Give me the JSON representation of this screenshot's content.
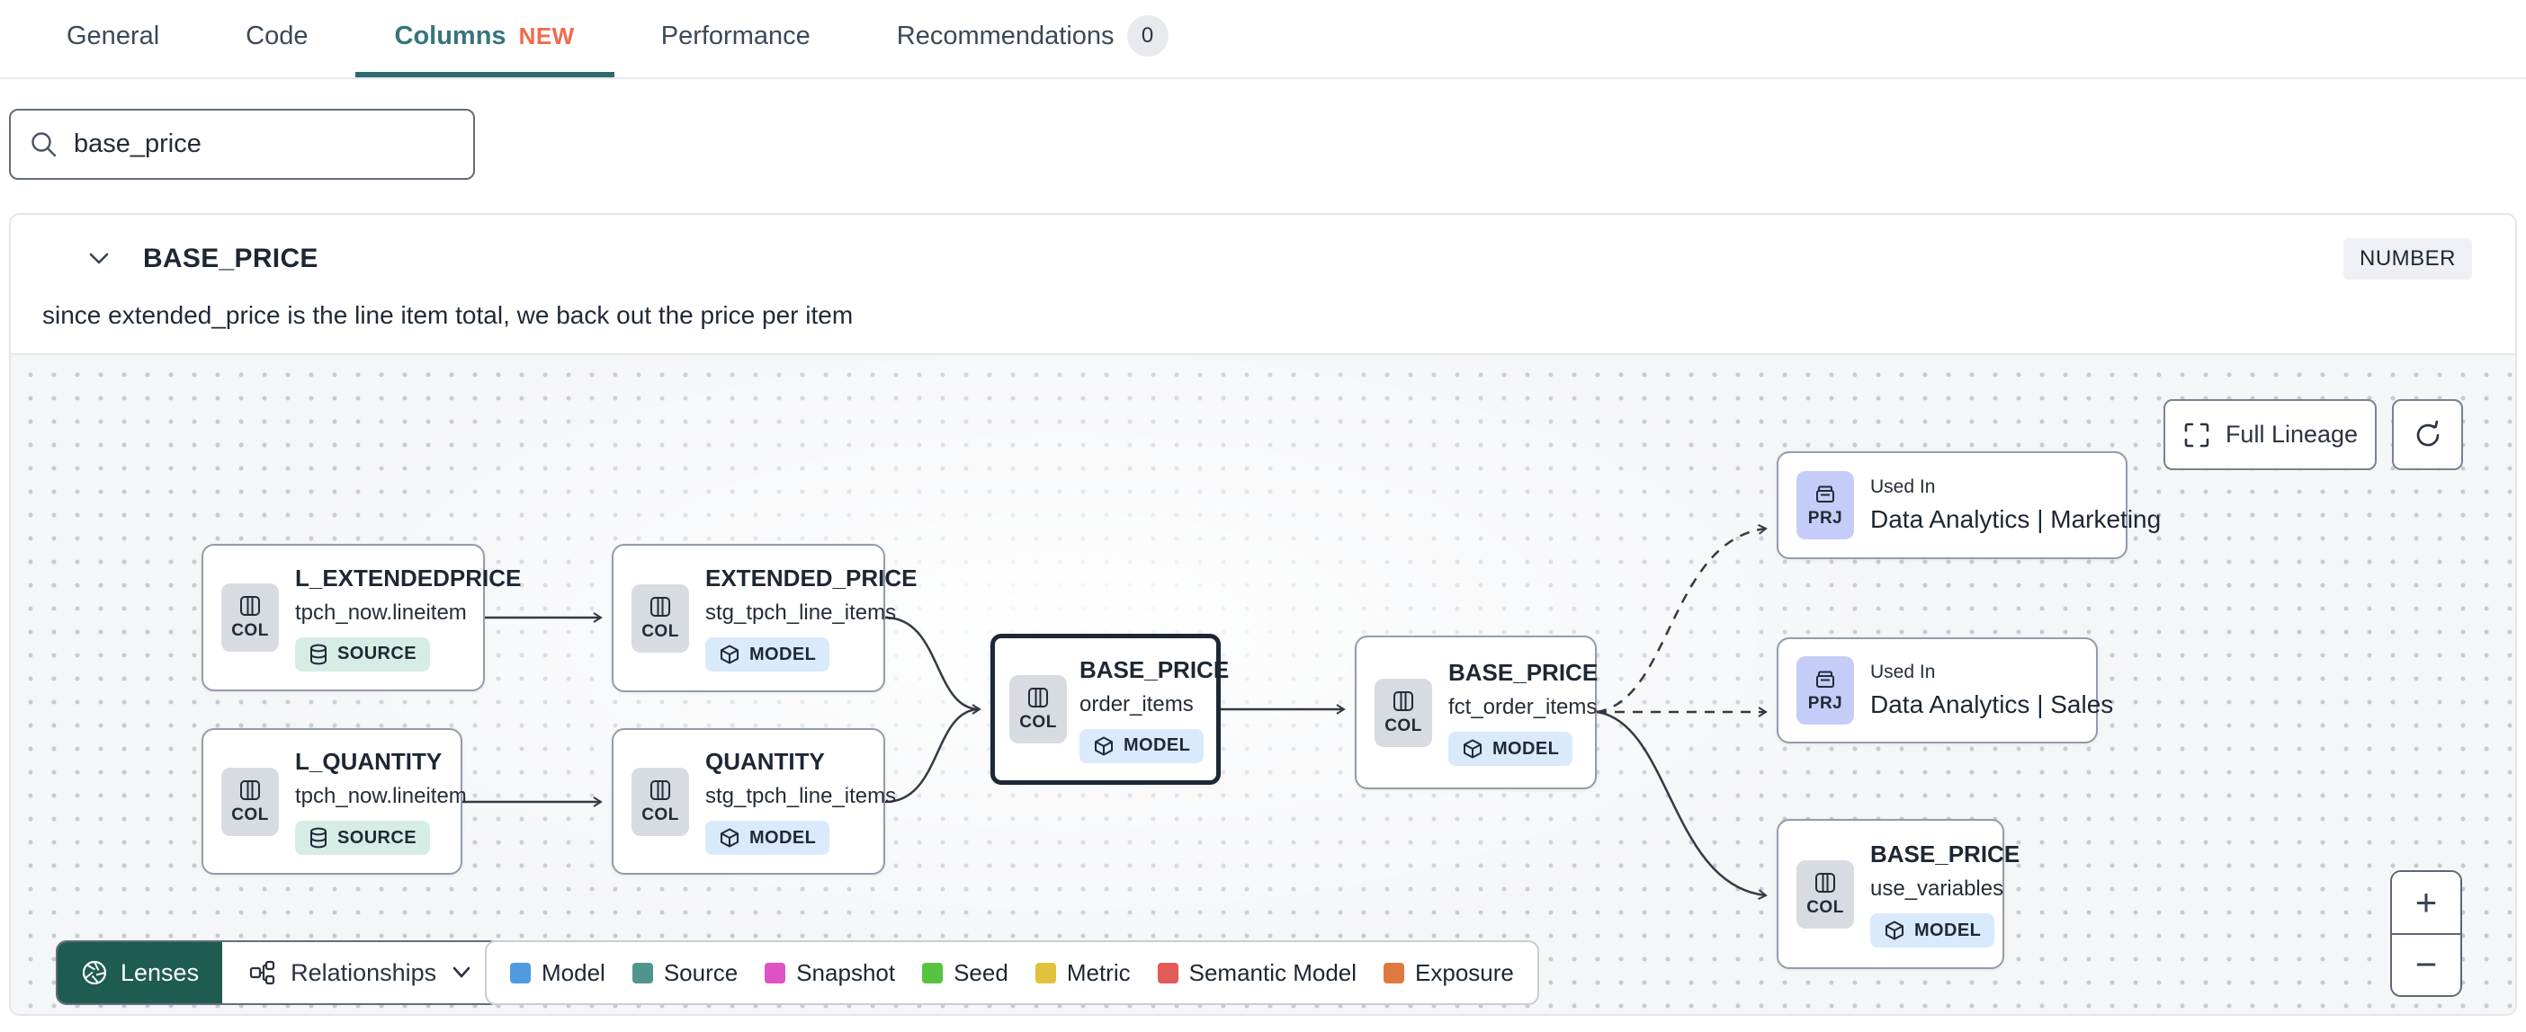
{
  "tabs": {
    "items": [
      {
        "label": "General"
      },
      {
        "label": "Code"
      },
      {
        "label": "Columns",
        "badge": "NEW"
      },
      {
        "label": "Performance"
      },
      {
        "label": "Recommendations",
        "count": "0"
      }
    ]
  },
  "search": {
    "value": "base_price"
  },
  "column_panel": {
    "name": "BASE_PRICE",
    "type_badge": "NUMBER",
    "description": "since extended_price is the line item total, we back out the price per item"
  },
  "lineage": {
    "controls": {
      "full_lineage_label": "Full Lineage"
    },
    "nodes": [
      {
        "chip": "COL",
        "title": "L_EXTENDEDPRICE",
        "subtitle": "tpch_now.lineitem",
        "badge": "SOURCE"
      },
      {
        "chip": "COL",
        "title": "EXTENDED_PRICE",
        "subtitle": "stg_tpch_line_items",
        "badge": "MODEL"
      },
      {
        "chip": "COL",
        "title": "L_QUANTITY",
        "subtitle": "tpch_now.lineitem",
        "badge": "SOURCE"
      },
      {
        "chip": "COL",
        "title": "QUANTITY",
        "subtitle": "stg_tpch_line_items",
        "badge": "MODEL"
      },
      {
        "chip": "COL",
        "title": "BASE_PRICE",
        "subtitle": "order_items",
        "badge": "MODEL"
      },
      {
        "chip": "COL",
        "title": "BASE_PRICE",
        "subtitle": "fct_order_items",
        "badge": "MODEL"
      },
      {
        "chip": "PRJ",
        "label": "Used In",
        "title": "Data Analytics | Marketing"
      },
      {
        "chip": "PRJ",
        "label": "Used In",
        "title": "Data Analytics | Sales"
      },
      {
        "chip": "COL",
        "title": "BASE_PRICE",
        "subtitle": "use_variables",
        "badge": "MODEL"
      }
    ],
    "footer": {
      "lenses_label": "Lenses",
      "relationships_label": "Relationships"
    },
    "legend": {
      "items": [
        {
          "label": "Model",
          "color": "#4f9be0"
        },
        {
          "label": "Source",
          "color": "#4f958f"
        },
        {
          "label": "Snapshot",
          "color": "#df52c4"
        },
        {
          "label": "Seed",
          "color": "#57c43f"
        },
        {
          "label": "Metric",
          "color": "#e2c23c"
        },
        {
          "label": "Semantic Model",
          "color": "#e25a5a"
        },
        {
          "label": "Exposure",
          "color": "#e0793f"
        }
      ]
    },
    "zoom": {
      "in": "+",
      "out": "−"
    }
  },
  "colors": {
    "active_tab": "#38747c",
    "new_badge": "#f26a4b",
    "lenses_bg": "#1e5b51"
  }
}
